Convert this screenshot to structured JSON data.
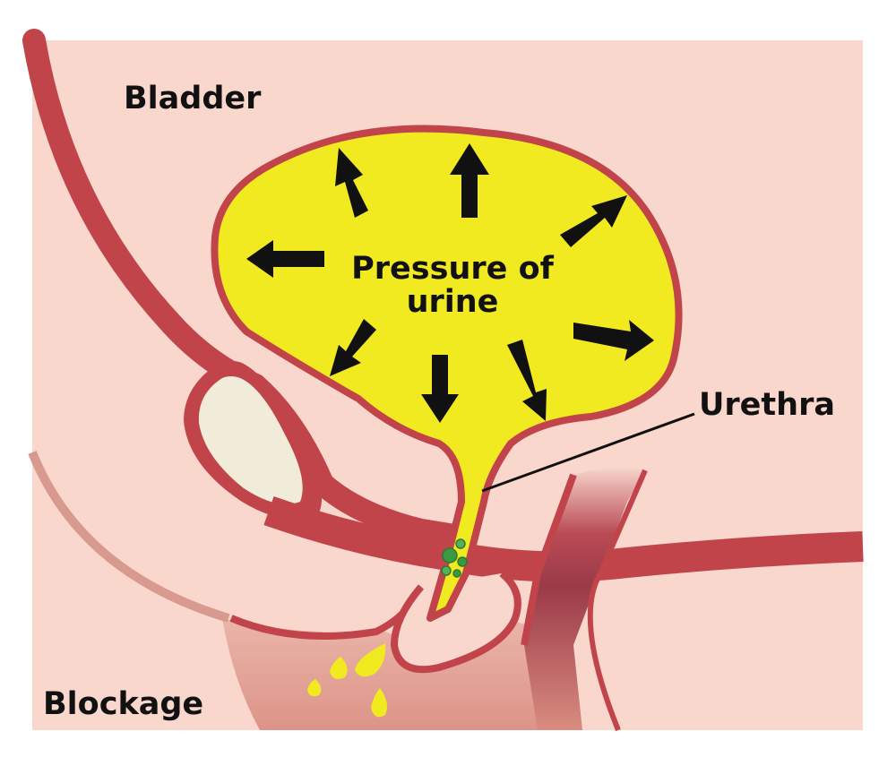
{
  "labels": {
    "bladder": "Bladder",
    "pressure_line1": "Pressure of",
    "pressure_line2": "urine",
    "urethra": "Urethra",
    "blockage": "Blockage"
  },
  "colors": {
    "background": "#ffffff",
    "tissue": "#f9d7cd",
    "muscle": "#c0444a",
    "urine": "#f2ea21",
    "bone": "#f1ecd9",
    "lower_body": "#e3a295",
    "stones": "#3a9a3f",
    "arrows": "#111111"
  },
  "icons": {
    "pressure_arrows": "arrow-icon",
    "stones": "kidney-stone-icon",
    "droplets": "urine-droplet-icon"
  }
}
